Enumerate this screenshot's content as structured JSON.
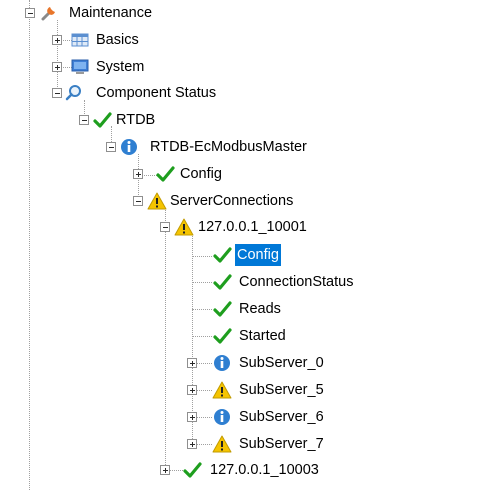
{
  "tree": {
    "nodes": [
      {
        "label": "Maintenance",
        "icon": "wrench-icon",
        "state": "expanded"
      },
      {
        "label": "Basics",
        "icon": "table-icon",
        "state": "collapsed"
      },
      {
        "label": "System",
        "icon": "monitor-icon",
        "state": "collapsed"
      },
      {
        "label": "Component Status",
        "icon": "magnifier-icon",
        "state": "expanded"
      },
      {
        "label": "RTDB",
        "icon": "check-icon",
        "state": "expanded"
      },
      {
        "label": "RTDB-EcModbusMaster",
        "icon": "info-icon",
        "state": "expanded"
      },
      {
        "label": "Config",
        "icon": "check-icon",
        "state": "collapsed"
      },
      {
        "label": "ServerConnections",
        "icon": "warning-icon",
        "state": "expanded"
      },
      {
        "label": "127.0.0.1_10001",
        "icon": "warning-icon",
        "state": "expanded"
      },
      {
        "label": "Config",
        "icon": "check-icon",
        "state": "leaf",
        "selected": true
      },
      {
        "label": "ConnectionStatus",
        "icon": "check-icon",
        "state": "leaf"
      },
      {
        "label": "Reads",
        "icon": "check-icon",
        "state": "leaf"
      },
      {
        "label": "Started",
        "icon": "check-icon",
        "state": "leaf"
      },
      {
        "label": "SubServer_0",
        "icon": "info-icon",
        "state": "collapsed"
      },
      {
        "label": "SubServer_5",
        "icon": "warning-icon",
        "state": "collapsed"
      },
      {
        "label": "SubServer_6",
        "icon": "info-icon",
        "state": "collapsed"
      },
      {
        "label": "SubServer_7",
        "icon": "warning-icon",
        "state": "collapsed"
      },
      {
        "label": "127.0.0.1_10003",
        "icon": "check-icon",
        "state": "collapsed"
      }
    ]
  },
  "colors": {
    "selection": "#0078d7",
    "check": "#1e9e1e",
    "warning": "#f5c400",
    "info": "#2f7fd1"
  }
}
